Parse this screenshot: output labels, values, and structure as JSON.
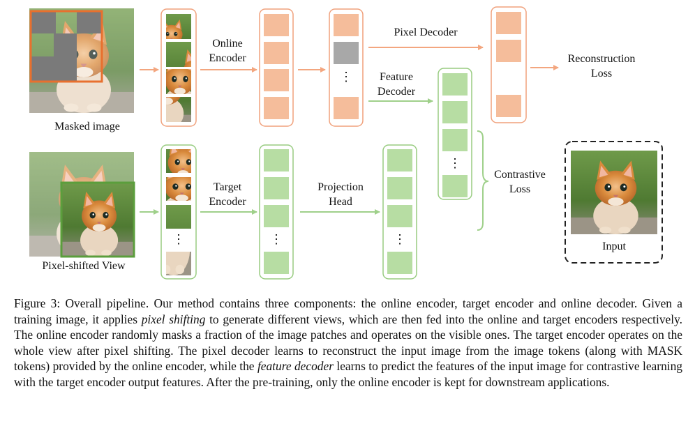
{
  "labels": {
    "masked_image": "Masked image",
    "pixel_shifted_view": "Pixel-shifted View",
    "online_encoder": [
      "Online",
      "Encoder"
    ],
    "target_encoder": [
      "Target",
      "Encoder"
    ],
    "pixel_decoder": "Pixel Decoder",
    "feature_decoder": [
      "Feature",
      "Decoder"
    ],
    "projection_head": [
      "Projection",
      "Head"
    ],
    "reconstruction_loss": [
      "Reconstruction",
      "Loss"
    ],
    "contrastive_loss": [
      "Contrastive",
      "Loss"
    ],
    "input": "Input",
    "ellipsis": "⋮"
  },
  "colors": {
    "orange_token": "#f5bd9b",
    "orange_border": "#f0a17c",
    "orange_arrow": "#f3a67f",
    "orange_frame": "#e8702e",
    "mask_token": "#a8a8a8",
    "green_token": "#b7dda3",
    "green_border": "#98cc80",
    "green_arrow": "#9fd08a",
    "green_frame": "#5b9e3c"
  },
  "caption": {
    "seg1": "Figure 3: Overall pipeline. Our method contains three components: the online encoder, target encoder and online decoder. Given a training image, it applies ",
    "em1": "pixel shifting",
    "seg2": " to generate different views, which are then fed into the online and target encoders respectively. The online encoder randomly masks a fraction of the image patches and operates on the visible ones. The target encoder operates on the whole view after pixel shifting. The pixel decoder learns to reconstruct the input image from the image tokens (along with MASK tokens) provided by the online encoder, while the ",
    "em2": "feature decoder",
    "seg3": " learns to predict the features of the input image for contrastive learning with the target encoder output features. After the pre-training, only the online encoder is kept for downstream applications."
  }
}
